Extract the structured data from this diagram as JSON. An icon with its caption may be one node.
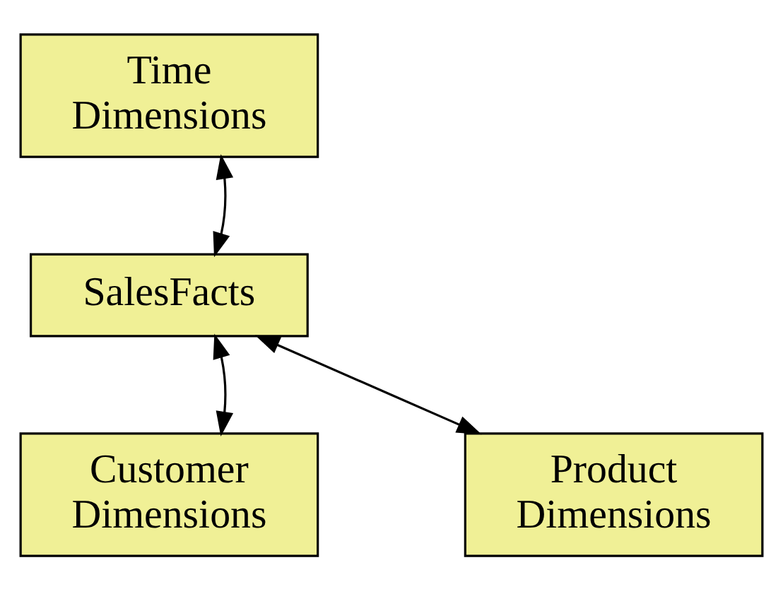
{
  "diagram": {
    "nodes": [
      {
        "text": [
          "Time Dimensions"
        ]
      },
      {
        "text": [
          "SalesFacts"
        ]
      },
      {
        "text": [
          "Customer Dimensions"
        ]
      },
      {
        "text": [
          "Product Dimensions"
        ]
      }
    ],
    "edges": [
      {
        "from": 1,
        "to": 0,
        "arrow": "both"
      },
      {
        "from": 1,
        "to": 2,
        "arrow": "both"
      },
      {
        "from": 1,
        "to": 3,
        "arrow": "both"
      }
    ]
  }
}
